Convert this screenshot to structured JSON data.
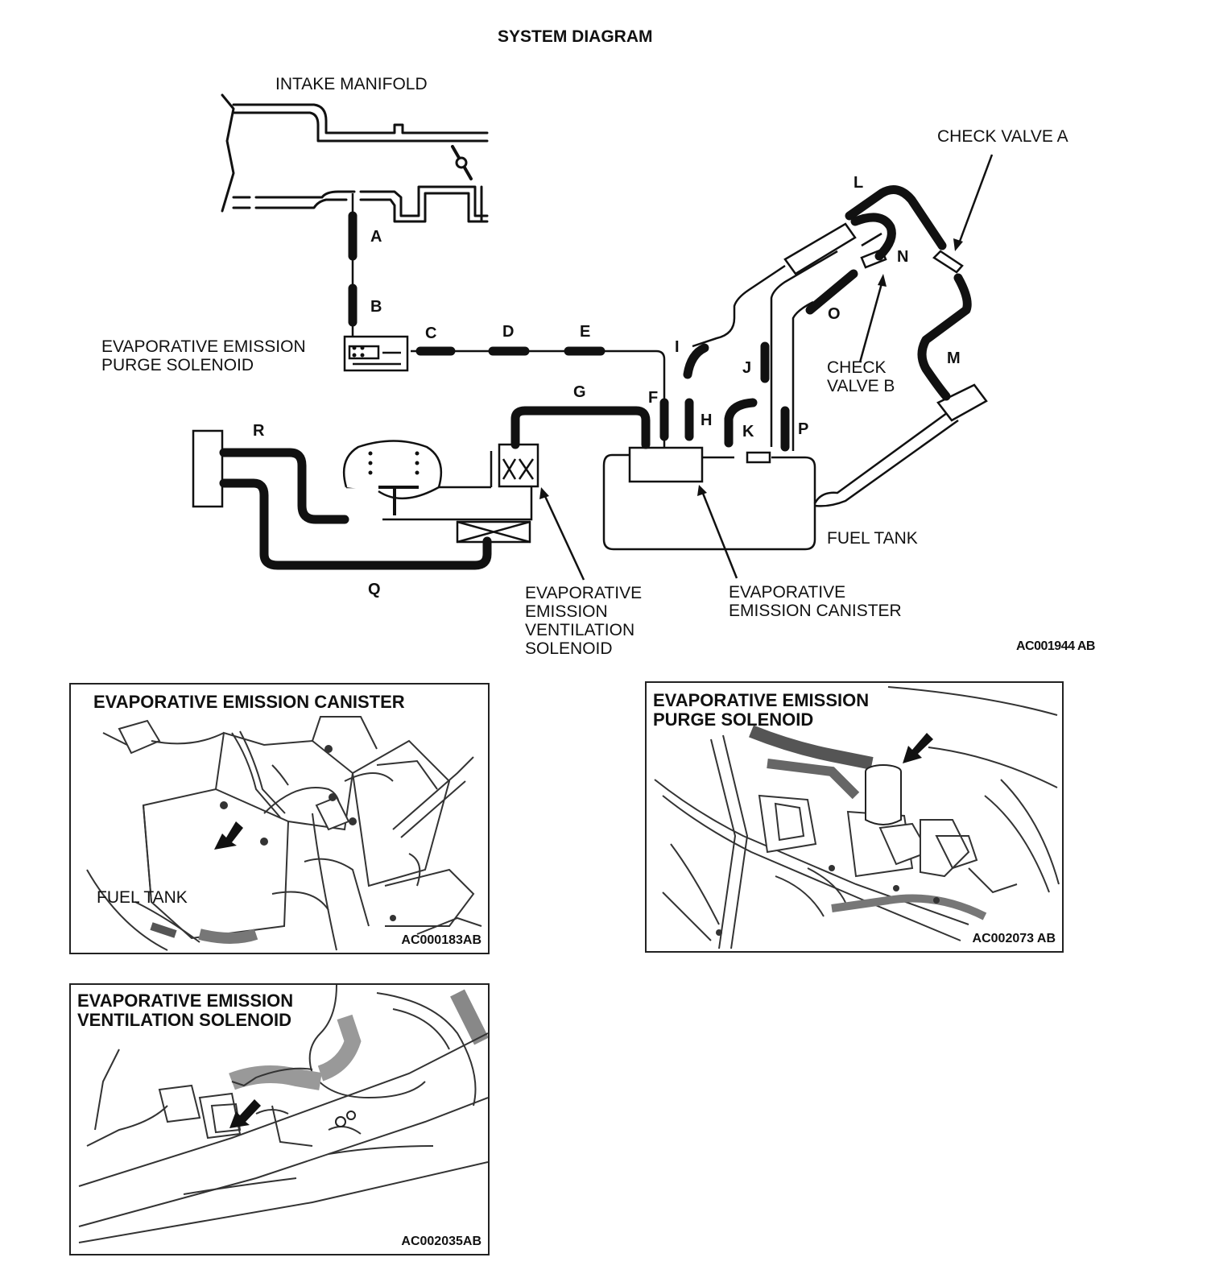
{
  "title": "SYSTEM DIAGRAM",
  "diagram": {
    "labels": {
      "intake_manifold": "INTAKE MANIFOLD",
      "check_valve_a": "CHECK VALVE A",
      "purge_solenoid_1": "EVAPORATIVE EMISSION",
      "purge_solenoid_2": "PURGE SOLENOID",
      "check_valve_b_1": "CHECK",
      "check_valve_b_2": "VALVE B",
      "fuel_tank": "FUEL TANK",
      "ventilation_solenoid_1": "EVAPORATIVE",
      "ventilation_solenoid_2": "EMISSION",
      "ventilation_solenoid_3": "VENTILATION",
      "ventilation_solenoid_4": "SOLENOID",
      "canister_1": "EVAPORATIVE",
      "canister_2": "EMISSION CANISTER"
    },
    "hoses": {
      "A": "A",
      "B": "B",
      "C": "C",
      "D": "D",
      "E": "E",
      "F": "F",
      "G": "G",
      "H": "H",
      "I": "I",
      "J": "J",
      "K": "K",
      "L": "L",
      "M": "M",
      "N": "N",
      "O": "O",
      "P": "P",
      "Q": "Q",
      "R": "R"
    },
    "code": "AC001944 AB"
  },
  "panels": {
    "canister": {
      "title": "EVAPORATIVE EMISSION CANISTER",
      "fuel_tank_label": "FUEL TANK",
      "code": "AC000183AB"
    },
    "purge": {
      "title_1": "EVAPORATIVE EMISSION",
      "title_2": "PURGE SOLENOID",
      "code": "AC002073 AB"
    },
    "ventilation": {
      "title_1": "EVAPORATIVE EMISSION",
      "title_2": "VENTILATION SOLENOID",
      "code": "AC002035AB"
    }
  }
}
